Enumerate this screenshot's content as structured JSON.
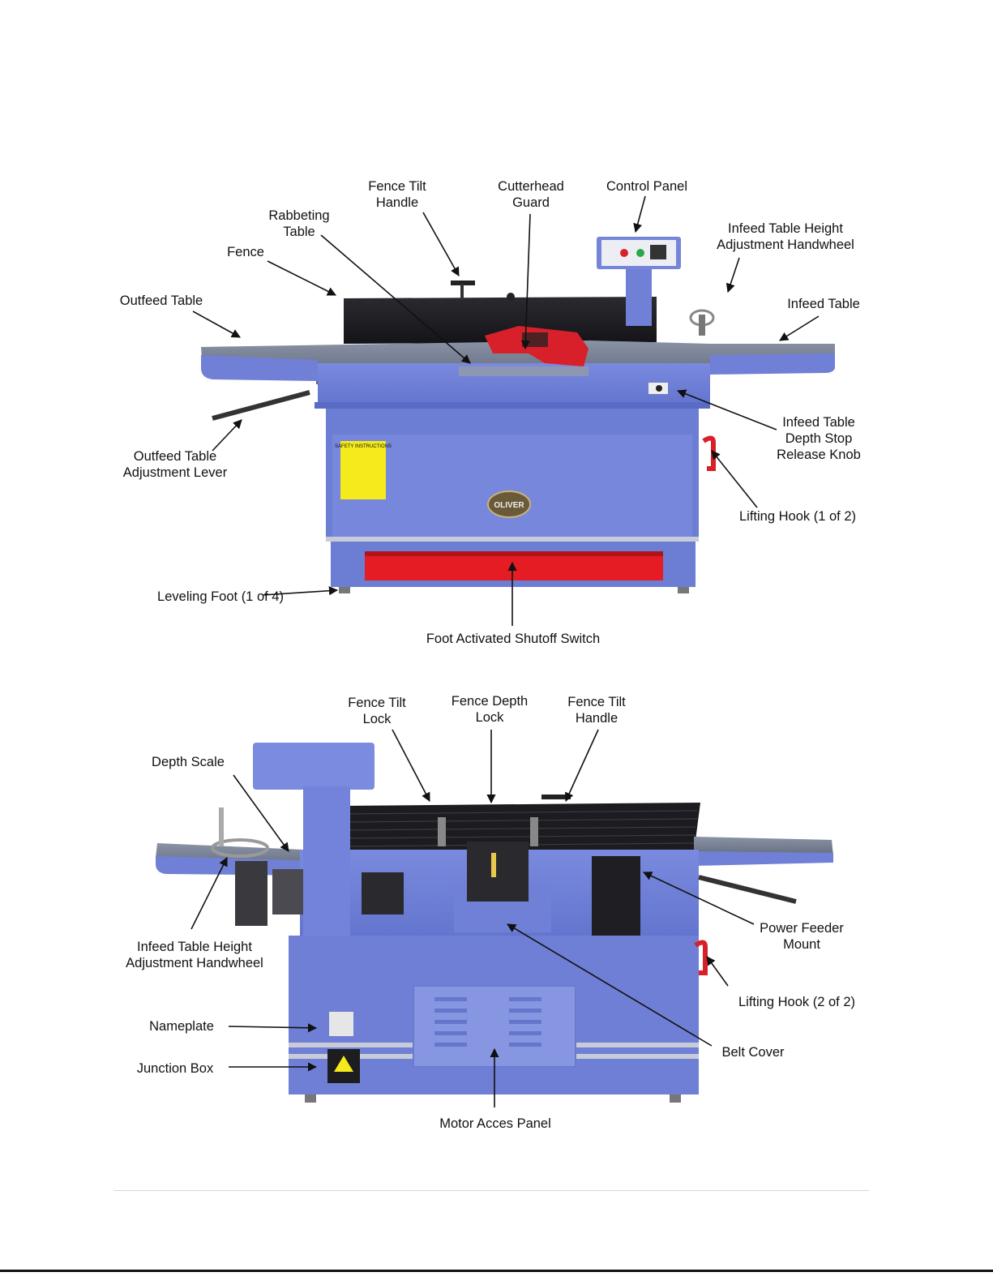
{
  "figure_top": {
    "labels": {
      "fence_tilt_handle": [
        "Fence Tilt",
        "Handle"
      ],
      "cutterhead_guard": [
        "Cutterhead",
        "Guard"
      ],
      "control_panel": [
        "Control Panel"
      ],
      "rabbeting_table": [
        "Rabbeting",
        "Table"
      ],
      "fence": [
        "Fence"
      ],
      "infeed_handwheel": [
        "Infeed Table Height",
        "Adjustment Handwheel"
      ],
      "outfeed_table": [
        "Outfeed Table"
      ],
      "infeed_table": [
        "Infeed Table"
      ],
      "infeed_depth_stop": [
        "Infeed Table",
        "Depth Stop",
        "Release Knob"
      ],
      "outfeed_lever": [
        "Outfeed Table",
        "Adjustment Lever"
      ],
      "lifting_hook_1": [
        "Lifting Hook (1 of 2)"
      ],
      "leveling_foot": [
        "Leveling Foot (1 of 4)"
      ],
      "foot_shutoff": [
        "Foot Activated Shutoff Switch"
      ]
    },
    "machine_text": {
      "safety_label": "SAFETY INSTRUCTIONS",
      "logo": "OLIVER"
    }
  },
  "figure_bottom": {
    "labels": {
      "fence_tilt_lock": [
        "Fence Tilt",
        "Lock"
      ],
      "fence_depth_lock": [
        "Fence Depth",
        "Lock"
      ],
      "fence_tilt_handle": [
        "Fence Tilt",
        "Handle"
      ],
      "depth_scale": [
        "Depth Scale"
      ],
      "infeed_handwheel": [
        "Infeed Table Height",
        "Adjustment Handwheel"
      ],
      "power_feeder_mount": [
        "Power Feeder",
        "Mount"
      ],
      "lifting_hook_2": [
        "Lifting Hook (2 of 2)"
      ],
      "nameplate": [
        "Nameplate"
      ],
      "belt_cover": [
        "Belt Cover"
      ],
      "junction_box": [
        "Junction Box"
      ],
      "motor_access_panel": [
        "Motor Acces Panel"
      ]
    }
  },
  "colors": {
    "machine_blue": "#6f80d6",
    "machine_blue_dark": "#4f5fb8",
    "table_top": "#6b7588",
    "fence_black": "#1e1e22",
    "guard_red": "#d8202a",
    "safety_yellow": "#f4ea1c",
    "stripe_silver": "#c8ccd8"
  }
}
